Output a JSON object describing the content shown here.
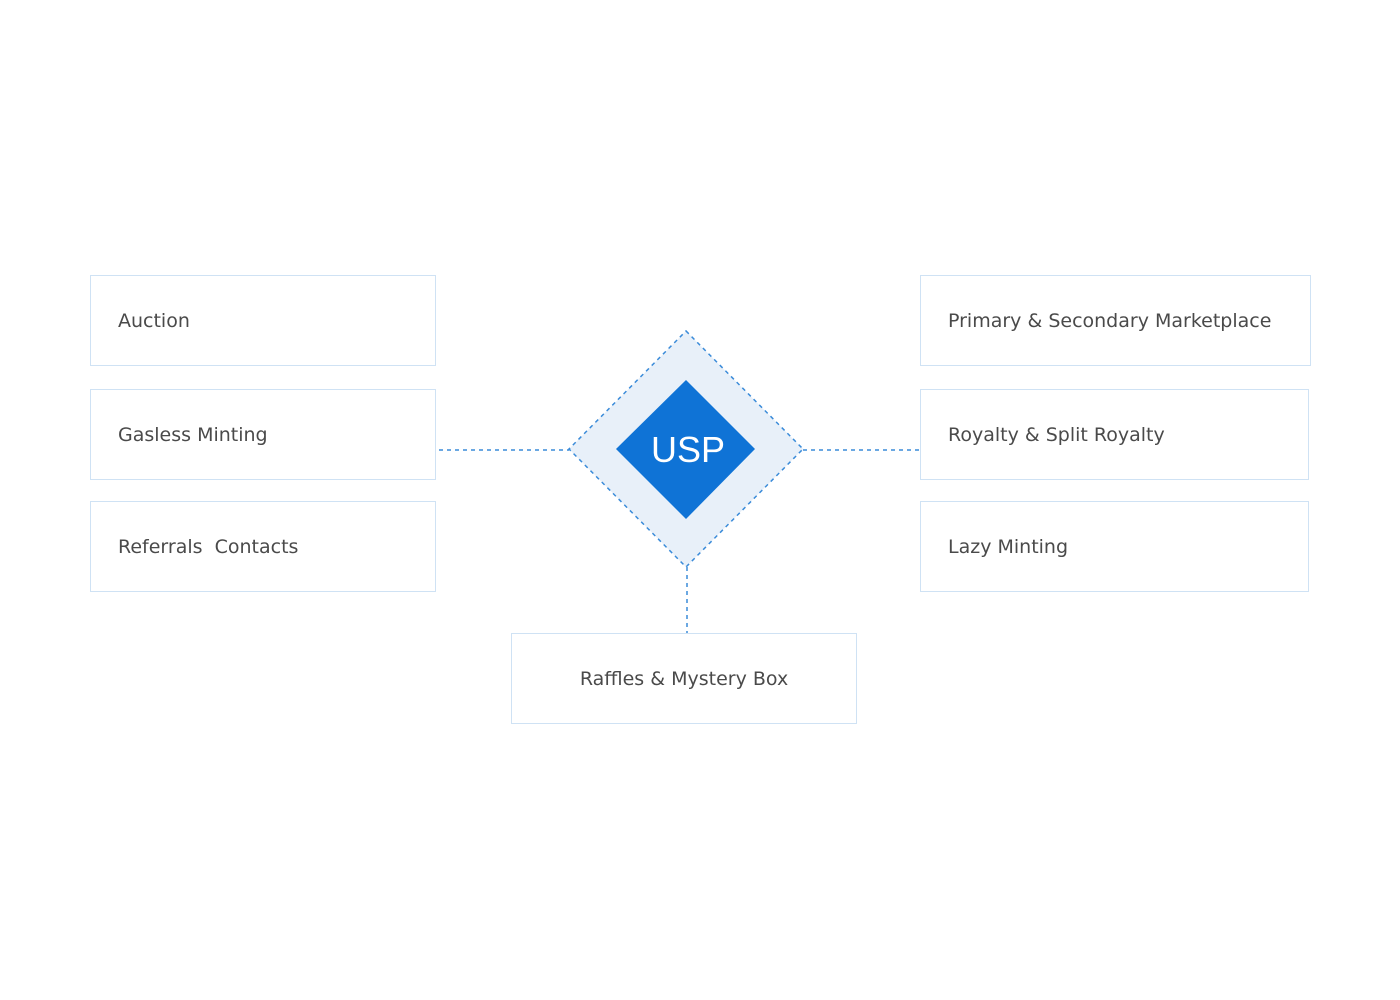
{
  "colors": {
    "hub_fill": "#0f73d6",
    "hub_halo": "#e8f0f9",
    "connector": "#3a8bd9",
    "box_border": "#cfe2f4",
    "text": "#4a4a4a"
  },
  "hub": {
    "label": "USP"
  },
  "features": {
    "left": [
      "Auction",
      "Gasless Minting",
      "Referrals  Contacts"
    ],
    "right": [
      "Primary & Secondary Marketplace",
      "Royalty & Split Royalty",
      "Lazy Minting"
    ],
    "bottom": "Raffles & Mystery Box"
  }
}
